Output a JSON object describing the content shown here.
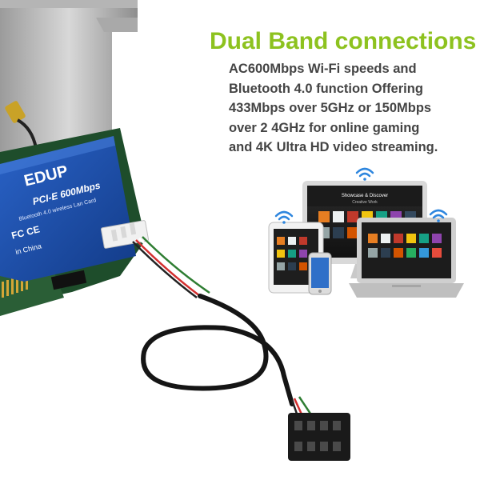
{
  "headline": "Dual Band connections",
  "blurb_lines": [
    "AC600Mbps Wi-Fi speeds and",
    "Bluetooth 4.0 function Offering",
    "433Mbps over 5GHz or 150Mbps",
    "over 2 4GHz for online gaming",
    "and 4K Ultra HD video streaming."
  ],
  "card": {
    "brand": "EDUP",
    "model": "PCI-E 600Mbps",
    "subtitle": "Bluetooth 4.0 wireless Lan Card",
    "cert": "FC CE",
    "origin": "in China"
  },
  "screen": {
    "heading": "Showcase & Discover",
    "subheading": "Creative Work"
  },
  "colors": {
    "headline": "#8dc21f",
    "blurb": "#444444",
    "card_blue": "#1f4fa8",
    "pcb_green": "#1e4d2b",
    "wifi": "#2e86de"
  },
  "icons": [
    "wifi-icon",
    "usb-header-connector",
    "pcie-bracket"
  ]
}
